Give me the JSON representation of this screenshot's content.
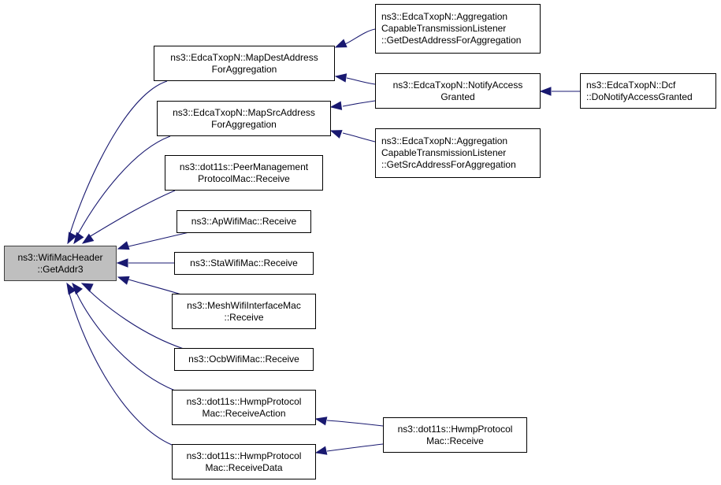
{
  "graph": {
    "type": "doxygen-caller-graph",
    "colors": {
      "edge": "#191970",
      "root_fill": "#bfbfbf",
      "node_fill": "#ffffff",
      "border": "#000000"
    },
    "nodes": [
      {
        "id": "getaddr3",
        "lines": [
          "ns3::WifiMacHeader",
          "::GetAddr3"
        ],
        "root": true
      },
      {
        "id": "mapdest",
        "lines": [
          "ns3::EdcaTxopN::MapDestAddress",
          "ForAggregation"
        ]
      },
      {
        "id": "mapsrc",
        "lines": [
          "ns3::EdcaTxopN::MapSrcAddress",
          "ForAggregation"
        ]
      },
      {
        "id": "peermgmt",
        "lines": [
          "ns3::dot11s::PeerManagement",
          "ProtocolMac::Receive"
        ]
      },
      {
        "id": "apwifi",
        "lines": [
          "ns3::ApWifiMac::Receive"
        ]
      },
      {
        "id": "stawifi",
        "lines": [
          "ns3::StaWifiMac::Receive"
        ]
      },
      {
        "id": "meshwifi",
        "lines": [
          "ns3::MeshWifiInterfaceMac",
          "::Receive"
        ]
      },
      {
        "id": "ocbwifi",
        "lines": [
          "ns3::OcbWifiMac::Receive"
        ]
      },
      {
        "id": "hwmpaction",
        "lines": [
          "ns3::dot11s::HwmpProtocol",
          "Mac::ReceiveAction"
        ]
      },
      {
        "id": "hwmpdata",
        "lines": [
          "ns3::dot11s::HwmpProtocol",
          "Mac::ReceiveData"
        ]
      },
      {
        "id": "getdestagg",
        "lines": [
          "ns3::EdcaTxopN::Aggregation",
          "CapableTransmissionListener",
          "::GetDestAddressForAggregation"
        ]
      },
      {
        "id": "notifyaccess",
        "lines": [
          "ns3::EdcaTxopN::NotifyAccess",
          "Granted"
        ]
      },
      {
        "id": "getsrcagg",
        "lines": [
          "ns3::EdcaTxopN::Aggregation",
          "CapableTransmissionListener",
          "::GetSrcAddressForAggregation"
        ]
      },
      {
        "id": "dcfnotify",
        "lines": [
          "ns3::EdcaTxopN::Dcf",
          "::DoNotifyAccessGranted"
        ]
      },
      {
        "id": "hwmpreceive",
        "lines": [
          "ns3::dot11s::HwmpProtocol",
          "Mac::Receive"
        ]
      }
    ],
    "edges": [
      {
        "from": "mapdest",
        "to": "getaddr3"
      },
      {
        "from": "mapsrc",
        "to": "getaddr3"
      },
      {
        "from": "peermgmt",
        "to": "getaddr3"
      },
      {
        "from": "apwifi",
        "to": "getaddr3"
      },
      {
        "from": "stawifi",
        "to": "getaddr3"
      },
      {
        "from": "meshwifi",
        "to": "getaddr3"
      },
      {
        "from": "ocbwifi",
        "to": "getaddr3"
      },
      {
        "from": "hwmpaction",
        "to": "getaddr3"
      },
      {
        "from": "hwmpdata",
        "to": "getaddr3"
      },
      {
        "from": "getdestagg",
        "to": "mapdest"
      },
      {
        "from": "notifyaccess",
        "to": "mapdest"
      },
      {
        "from": "notifyaccess",
        "to": "mapsrc"
      },
      {
        "from": "getsrcagg",
        "to": "mapsrc"
      },
      {
        "from": "dcfnotify",
        "to": "notifyaccess"
      },
      {
        "from": "hwmpreceive",
        "to": "hwmpaction"
      },
      {
        "from": "hwmpreceive",
        "to": "hwmpdata"
      }
    ]
  }
}
